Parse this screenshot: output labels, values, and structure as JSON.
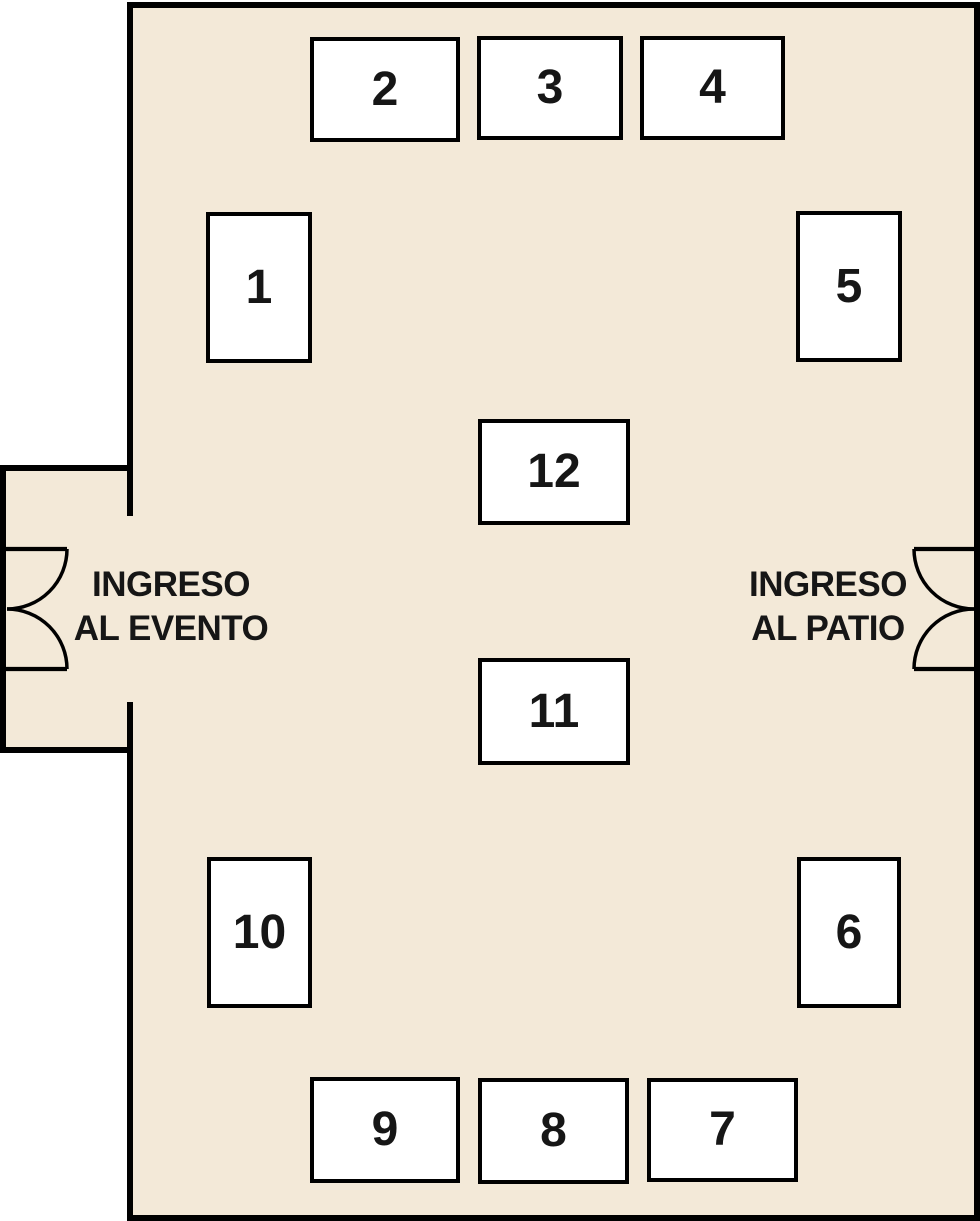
{
  "colors": {
    "outside_background": "#ffffff",
    "floor": "#f3e9d8",
    "wall": "#000000",
    "booth_fill": "#ffffff",
    "text": "#161616"
  },
  "entrances": {
    "left": {
      "line1": "INGRESO",
      "line2": "AL EVENTO"
    },
    "right": {
      "line1": "INGRESO",
      "line2": "AL PATIO"
    }
  },
  "booths": [
    {
      "label": "1"
    },
    {
      "label": "2"
    },
    {
      "label": "3"
    },
    {
      "label": "4"
    },
    {
      "label": "5"
    },
    {
      "label": "6"
    },
    {
      "label": "7"
    },
    {
      "label": "8"
    },
    {
      "label": "9"
    },
    {
      "label": "10"
    },
    {
      "label": "11"
    },
    {
      "label": "12"
    }
  ]
}
